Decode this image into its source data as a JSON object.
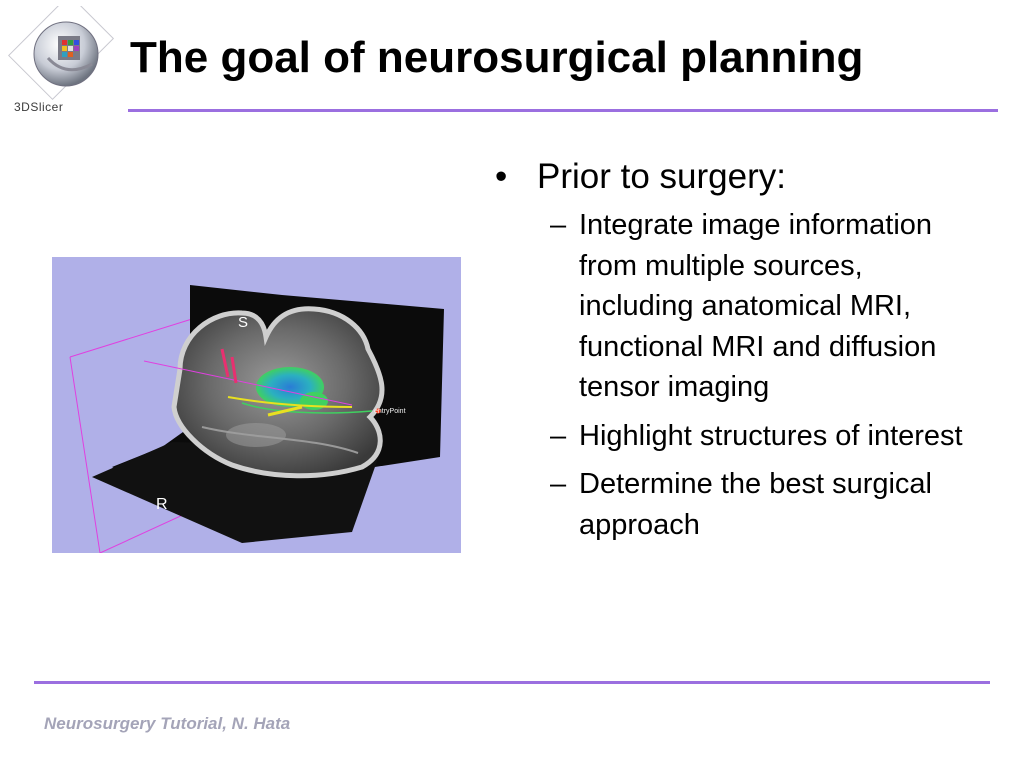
{
  "header": {
    "title": "The goal of neurosurgical planning",
    "logo_text": "3DSlicer",
    "logo_icon": "3dslicer-logo-icon"
  },
  "figure": {
    "icon": "brain-mri-3d-render",
    "label_s": "S",
    "label_r": "R",
    "entry_label": "entryPoint",
    "colors": {
      "background": "#b0b0e8",
      "fibers": "#e040e0",
      "tumor": "#2aa8e0"
    }
  },
  "content": {
    "bullet": {
      "marker": "•",
      "text": "Prior to surgery:",
      "items": [
        {
          "marker": "–",
          "text": "Integrate image information from multiple sources, including anatomical MRI, functional MRI and diffusion tensor imaging"
        },
        {
          "marker": "–",
          "text": "Highlight structures of interest"
        },
        {
          "marker": "–",
          "text": "Determine the best surgical approach"
        }
      ]
    }
  },
  "footer": {
    "text": "Neurosurgery Tutorial, N. Hata"
  },
  "theme": {
    "rule_color": "#9b6fe0",
    "footer_color": "#a4a4b8"
  }
}
